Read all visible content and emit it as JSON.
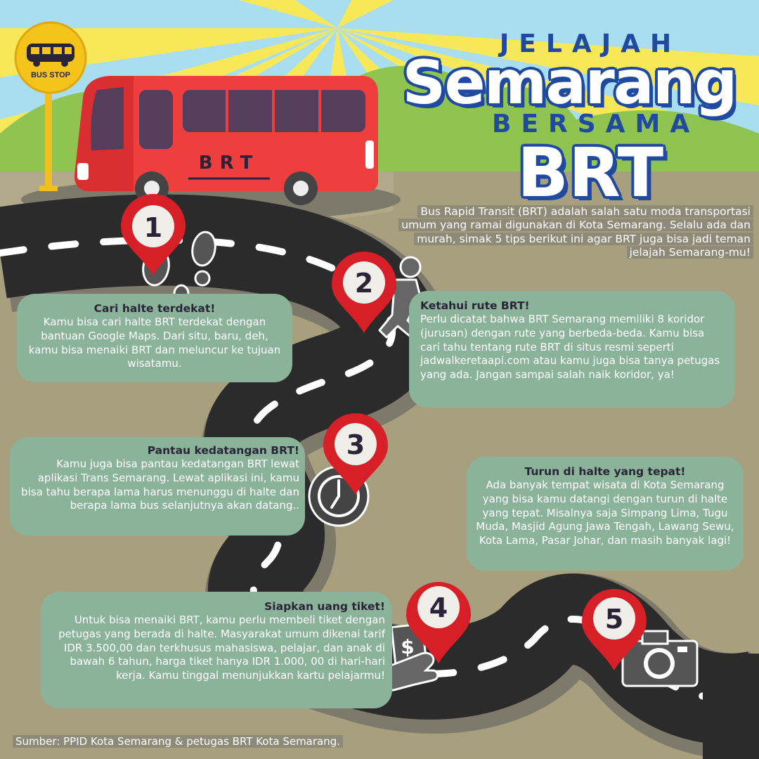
{
  "header": {
    "line1": "JELAJAH",
    "line2": "Semarang",
    "line3": "BERSAMA",
    "line4": "BRT"
  },
  "bus_stop_sign": {
    "label": "BUS STOP",
    "icon": "bus-icon"
  },
  "bus": {
    "label": "BRT"
  },
  "intro": "Bus Rapid Transit (BRT) adalah salah satu moda transportasi umum yang ramai digunakan di Kota Semarang. Selalu ada dan murah, simak 5 tips berikut ini agar BRT juga bisa jadi teman jelajah Semarang-mu!",
  "steps": [
    {
      "number": "1",
      "icon": "footsteps-icon",
      "title": "Cari halte terdekat!",
      "body": "Kamu bisa cari halte BRT terdekat dengan bantuan Google Maps. Dari situ, baru, deh, kamu bisa menaiki BRT dan meluncur ke tujuan wisatamu."
    },
    {
      "number": "2",
      "icon": "running-person-icon",
      "title": "Ketahui rute BRT!",
      "body": "Perlu dicatat bahwa BRT Semarang memiliki 8 koridor (jurusan) dengan rute yang berbeda-beda. Kamu bisa cari tahu tentang rute BRT di situs resmi seperti jadwalkeretaapi.com atau kamu juga bisa tanya petugas yang ada. Jangan sampai salah naik koridor, ya!"
    },
    {
      "number": "3",
      "icon": "clock-icon",
      "title": "Pantau kedatangan BRT!",
      "body": "Kamu juga bisa pantau kedatangan BRT lewat aplikasi Trans Semarang. Lewat aplikasi ini, kamu bisa tahu berapa lama harus menunggu di halte dan berapa lama bus selanjutnya akan datang.."
    },
    {
      "number": "4",
      "icon": "money-hand-icon",
      "title": "Siapkan uang tiket!",
      "body": "Untuk bisa menaiki BRT, kamu perlu membeli tiket dengan petugas yang berada di halte. Masyarakat umum dikenai tarif IDR 3.500,00 dan terkhusus mahasiswa, pelajar, dan anak di bawah 6 tahun, harga tiket hanya IDR 1.000, 00 di hari-hari kerja. Kamu tinggal menunjukkan kartu pelajarmu!"
    },
    {
      "number": "5",
      "icon": "camera-icon",
      "title": "Turun di halte yang tepat!",
      "body": "Ada banyak tempat wisata di Kota Semarang yang bisa kamu datangi dengan turun di halte yang tepat. Misalnya saja Simpang Lima,  Tugu Muda, Masjid Agung Jawa Tengah, Lawang Sewu, Kota Lama, Pasar Johar, dan masih banyak lagi!"
    }
  ],
  "source": "Sumber: PPID Kota Semarang & petugas BRT Kota Semarang.",
  "colors": {
    "sky": "#a9def0",
    "sun_ray": "#f7e85a",
    "hill": "#8ec44f",
    "ground": "#a89f7e",
    "road": "#2b2b2b",
    "pin": "#d71f27",
    "card": "#8ab399",
    "title_blue": "#1f4aa0",
    "bus": "#ee3e3e"
  }
}
